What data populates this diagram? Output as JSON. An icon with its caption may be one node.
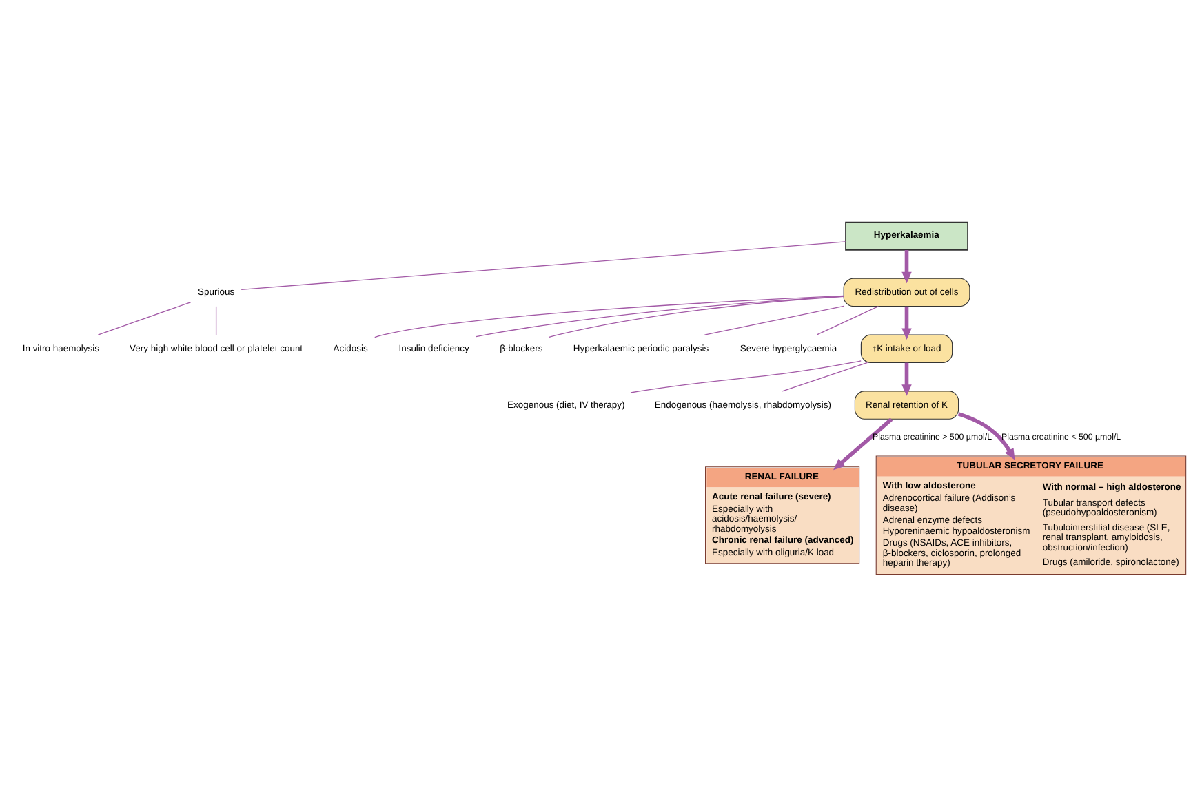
{
  "diagram": {
    "nodes": [
      {
        "text": [
          "Hyperkalaemia"
        ]
      },
      {
        "text": [
          "Spurious"
        ]
      },
      {
        "text": [
          "In vitro haemolysis"
        ]
      },
      {
        "text": [
          "Very high white blood cell or platelet count"
        ]
      },
      {
        "text": [
          "Redistribution out of cells"
        ]
      },
      {
        "text": [
          "Acidosis"
        ]
      },
      {
        "text": [
          "Insulin deficiency"
        ]
      },
      {
        "text": [
          "β-blockers"
        ]
      },
      {
        "text": [
          "Hyperkalaemic periodic paralysis"
        ]
      },
      {
        "text": [
          "Severe hyperglycaemia"
        ]
      },
      {
        "text": [
          "↑K intake or load"
        ]
      },
      {
        "text": [
          "Exogenous (diet, IV therapy)"
        ]
      },
      {
        "text": [
          "Endogenous (haemolysis, rhabdomyolysis)"
        ]
      },
      {
        "text": [
          "Renal retention of K"
        ]
      },
      {
        "text": [
          "RENAL FAILURE",
          "Acute renal failure (severe)",
          "Especially with acidosis/haemolysis/ rhabdomyolysis",
          "Chronic renal failure (advanced)",
          "Especially with oliguria/K load"
        ]
      },
      {
        "text": [
          "TUBULAR SECRETORY FAILURE",
          "With low aldosterone",
          "Adrenocortical failure (Addison’s disease)",
          "Adrenal enzyme defects",
          "Hyporeninaemic hypoaldosteronism",
          "Drugs (NSAIDs, ACE inhibitors, β-blockers, ciclosporin, prolonged heparin therapy)",
          "With normal – high aldosterone",
          "Tubular transport defects (pseudohypoaldosteronism)",
          "Tubulointerstitial disease (SLE, renal transplant, amyloidosis, obstruction/infection)",
          "Drugs (amiloride, spironolactone)"
        ]
      }
    ],
    "edges": [
      {
        "from": 0,
        "to": 4,
        "arrow": "to",
        "style": "thick"
      },
      {
        "from": 0,
        "to": 1,
        "arrow": "none"
      },
      {
        "from": 1,
        "to": 2,
        "arrow": "none"
      },
      {
        "from": 1,
        "to": 3,
        "arrow": "none"
      },
      {
        "from": 4,
        "to": 5,
        "arrow": "none"
      },
      {
        "from": 4,
        "to": 6,
        "arrow": "none"
      },
      {
        "from": 4,
        "to": 7,
        "arrow": "none"
      },
      {
        "from": 4,
        "to": 8,
        "arrow": "none"
      },
      {
        "from": 4,
        "to": 9,
        "arrow": "none"
      },
      {
        "from": 4,
        "to": 10,
        "arrow": "to",
        "style": "thick"
      },
      {
        "from": 10,
        "to": 11,
        "arrow": "none"
      },
      {
        "from": 10,
        "to": 12,
        "arrow": "none"
      },
      {
        "from": 10,
        "to": 13,
        "arrow": "to",
        "style": "thick"
      },
      {
        "from": 13,
        "to": 14,
        "arrow": "to",
        "style": "thick",
        "label": "Plasma creatinine > 500 µmol/L"
      },
      {
        "from": 13,
        "to": 15,
        "arrow": "to",
        "style": "thick",
        "label": "Plasma creatinine < 500 µmol/L"
      }
    ]
  }
}
